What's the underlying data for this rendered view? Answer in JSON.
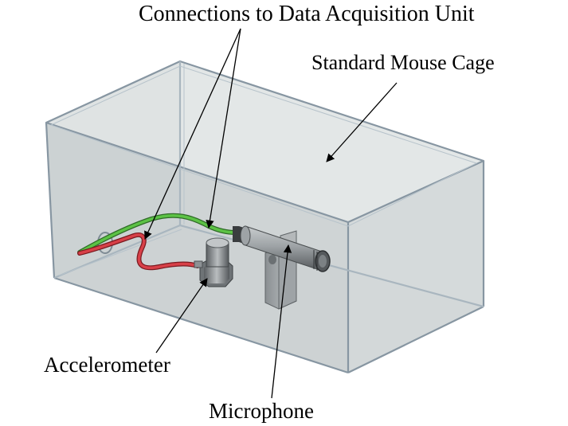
{
  "labels": {
    "connections": "Connections to Data Acquisition Unit",
    "cage": "Standard Mouse Cage",
    "accelerometer": "Accelerometer",
    "microphone": "Microphone"
  },
  "colors": {
    "background": "#ffffff",
    "cage_glass": "#e4e8e8",
    "cage_edge": "#8a9aa6",
    "green_cable": "#4db33a",
    "red_cable": "#c8333a",
    "metal": "#8f9497"
  }
}
